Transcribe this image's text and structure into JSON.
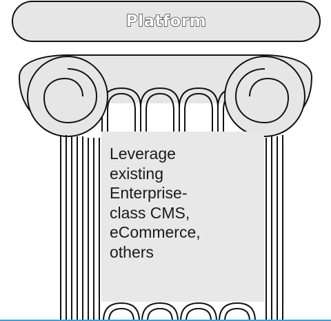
{
  "pillar": {
    "title": "Platform",
    "description_lines": [
      "Leverage",
      "existing",
      "Enterprise-",
      "class CMS,",
      "eCommerce,",
      "others"
    ]
  },
  "colors": {
    "outline": "#111111",
    "capital_fill": "#e6e6e6",
    "shaft_fill": "#ffffff",
    "text_box_fill": "#e8e8e8",
    "base_line": "#3a9fe0"
  }
}
